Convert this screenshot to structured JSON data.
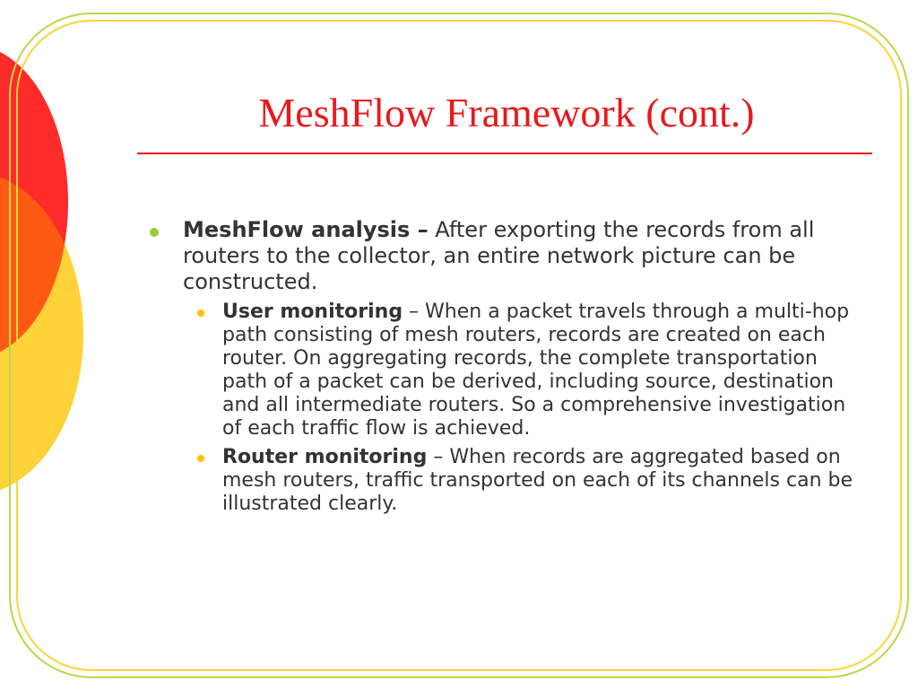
{
  "slide": {
    "title": "MeshFlow Framework (cont.)",
    "bullets": [
      {
        "lead": "MeshFlow analysis –",
        "text": " After exporting the records from all routers to the collector, an entire network picture can be constructed.",
        "subbullets": [
          {
            "lead": "User monitoring",
            "text": " – When a packet travels through a multi-hop path consisting of mesh routers, records are created on each router. On aggregating records, the complete transportation path of a packet can be derived, including source, destination and all intermediate routers. So a comprehensive investigation of each traffic flow is achieved."
          },
          {
            "lead": "Router monitoring",
            "text": " – When records are aggregated based on mesh routers, traffic transported on each of its channels can be illustrated clearly."
          }
        ]
      }
    ]
  },
  "colors": {
    "title": "#e8191e",
    "body_text": "#333333",
    "bullet_level1": "#9acd32",
    "bullet_level2": "#ffc000",
    "frame_outer": "#b8d84a",
    "frame_inner": "#ffd23a",
    "circle_red": "#ff2a2a",
    "circle_orange": "#ffd23a"
  }
}
